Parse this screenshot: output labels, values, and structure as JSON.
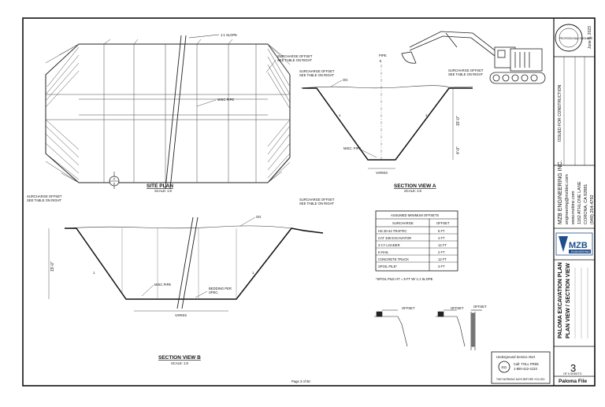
{
  "site_plan": {
    "slope_label": "1:1 SLOPE",
    "surcharge_note": [
      "SURCHARGE OFFSET",
      "SEE TABLE ON RIGHT"
    ],
    "misc_pipe": "MISC PIPE",
    "callout": {
      "top": "A",
      "bottom": "3"
    },
    "title": "SITE PLAN",
    "scale": "SCALE: 1:8"
  },
  "section_a": {
    "pipe_label": "PIPE",
    "cl": "℄",
    "surcharge_left": [
      "SURCHARGE OFFSET",
      "SEE TABLE ON RIGHT"
    ],
    "surcharge_right": [
      "SURCHARGE OFFSET",
      "SEE TABLE ON RIGHT"
    ],
    "og": "OG",
    "slope_a": "1",
    "slope_b": "1",
    "dim_depth": "15'-0\"",
    "dim_bottom": "4'-0\"",
    "misc_pipe": "MISC. PIPE",
    "varies": "VARIES",
    "title": "SECTION VIEW A",
    "scale": "SCALE: 1:8"
  },
  "section_b": {
    "surcharge_left": [
      "SURCHARGE OFFSET",
      "SEE TABLE ON RIGHT"
    ],
    "surcharge_right": [
      "SURCHARGE OFFSET",
      "SEE TABLE ON RIGHT"
    ],
    "og": "OG",
    "dim_depth": "15'-0\"",
    "slope_a": "1",
    "slope_b": "1",
    "misc_pipe": "MISC PIPE",
    "bedding": [
      "BEDDING PER",
      "SPEC."
    ],
    "varies": "VARIES",
    "title": "SECTION VIEW B",
    "scale": "SCALE: 1:8"
  },
  "offsets_table": {
    "title": "ASSUMED MINIMUM OFFSETS",
    "headers": [
      "SURCHARGE",
      "OFFSET"
    ],
    "rows": [
      [
        "HS 20-44 TRAFFIC",
        "5 FT"
      ],
      [
        "CAT 330 EXCAVATOR",
        "4 FT"
      ],
      [
        "3 CY LOADER",
        "12 FT"
      ],
      [
        "K-RAIL",
        "2 FT"
      ],
      [
        "CONCRETE TRUCK",
        "12 FT"
      ],
      [
        "SPOIL PILE*",
        "3 FT"
      ]
    ],
    "footnote": "*SPOIL PILE HT = 8 FT W/ 1:1 SLOPE"
  },
  "detail": {
    "offset_a": "OFFSET",
    "offset_b": "OFFSET",
    "offset_c": "OFFSET"
  },
  "alert_box": {
    "title": "Underground Service Alert",
    "call": "Call: TOLL FREE",
    "phone": "1-800-422-4133",
    "footer": "TWO WORKING DAYS BEFORE YOU DIG"
  },
  "page_label": "Page 3 of 60",
  "title_block": {
    "stamp": "PROFESSIONAL ENGINEER",
    "date": "June 5, 2023",
    "issued": "ISSUED FOR CONSTRUCTION",
    "company": "MZB ENGINEERING INC.",
    "email": "engineering@mzbinc.com",
    "web": "www.mzbinc.com",
    "address1": "1162 ATHLONE LANE",
    "address2": "CORONA, CA 92881",
    "phone": "(949) 254-4792",
    "logo_text": "MZB",
    "logo_sub": "ENGINEERING",
    "project": "PALOMA EXCAVATION PLAN",
    "sheet_title": "PLAN VIEW / SECTION VIEW",
    "sheet_number": "3",
    "sheet_of": "OF 5 SHEETS",
    "file": "Paloma File"
  }
}
